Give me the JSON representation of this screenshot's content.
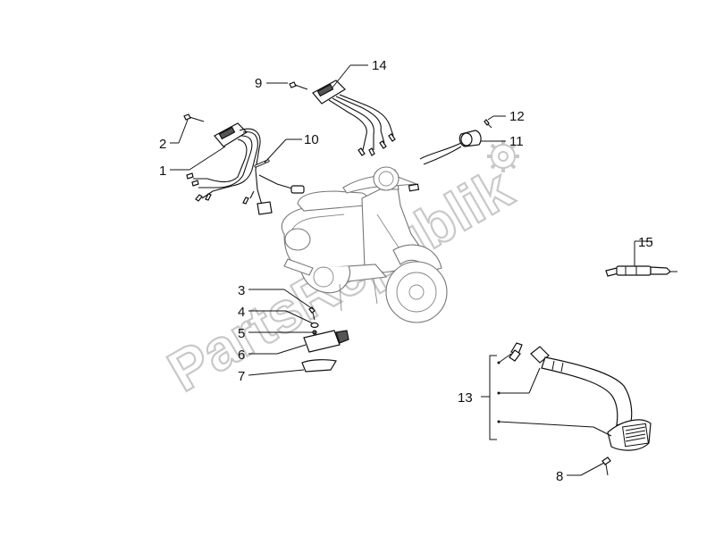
{
  "watermark": "PartsRepublik",
  "callouts": [
    "1",
    "2",
    "3",
    "4",
    "5",
    "6",
    "7",
    "8",
    "9",
    "10",
    "11",
    "12",
    "13",
    "14",
    "15"
  ],
  "colors": {
    "lines": "#111111",
    "scooter_outline": "#777777",
    "watermark_outline": "#c8c8c8",
    "background": "#ffffff"
  },
  "icons": {
    "watermark_logo": "gear-icon"
  }
}
